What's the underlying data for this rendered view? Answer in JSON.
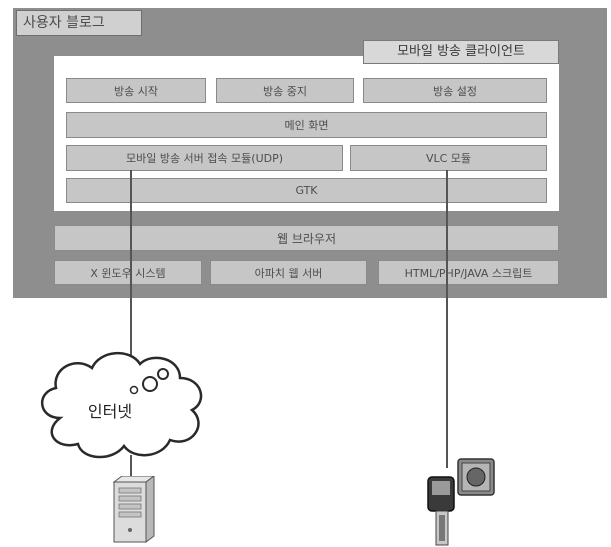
{
  "user_blog": "사용자 블로그",
  "mobile_client": "모바일 방송 클라이언트",
  "modules": {
    "start": "방송 시작",
    "stop": "방송 중지",
    "settings": "방송 설정",
    "main_screen": "메인 화면",
    "server_module": "모바일 방송 서버 접속 모듈(UDP)",
    "vlc": "VLC 모듈",
    "gtk": "GTK"
  },
  "web_browser": "웹 브라우저",
  "platform": {
    "xwindow": "X 윈도우 시스템",
    "apache": "아파치 웹 서버",
    "scripts": "HTML/PHP/JAVA 스크립트"
  },
  "internet": "인터넷"
}
